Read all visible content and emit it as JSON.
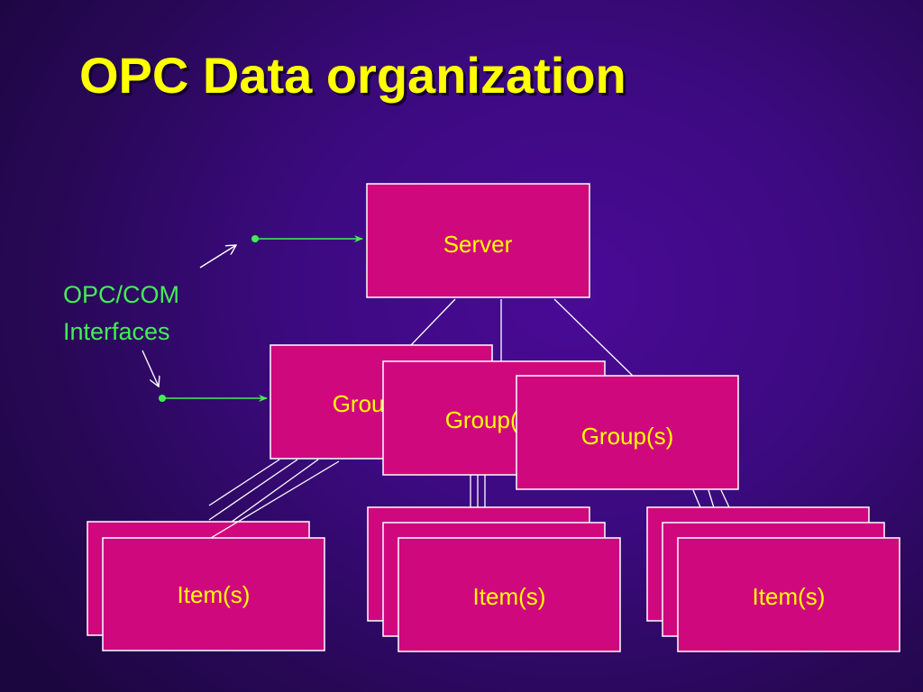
{
  "title": "OPC Data organization",
  "interfaces_label": [
    "OPC/COM",
    "Interfaces"
  ],
  "server_label": "Server",
  "group_labels": [
    "Group(s)",
    "Group(s)",
    "Group(s)"
  ],
  "item_labels": [
    "Item(s)",
    "Item(s)",
    "Item(s)"
  ],
  "colors": {
    "title": "#ffff00",
    "box_fill": "#d0087e",
    "box_border": "#ffffff",
    "box_text": "#ffff00",
    "interface_text": "#44ee55",
    "interface_line": "#44ee55",
    "connector_line": "#ffffff"
  }
}
